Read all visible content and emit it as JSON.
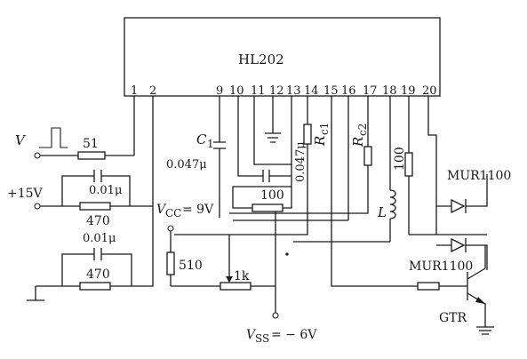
{
  "ic": {
    "name": "HL202",
    "pins": [
      "1",
      "2",
      "9",
      "10",
      "11",
      "12",
      "13",
      "14",
      "15",
      "16",
      "17",
      "18",
      "19",
      "20"
    ]
  },
  "input": {
    "v_label": "V",
    "r51": "51"
  },
  "supply_pos": {
    "label": "+15V",
    "cap": "0.01μ",
    "res": "470"
  },
  "lower_rc": {
    "cap": "0.01μ",
    "res": "470"
  },
  "c1": {
    "label": "C",
    "sub": "1",
    "value": "0.047μ"
  },
  "c_mid": {
    "value": "0.047μ"
  },
  "r100_mid": "100",
  "rc1": {
    "label": "R",
    "sub": "c1"
  },
  "rc2": {
    "label": "R",
    "sub": "c2"
  },
  "r100_right": "100",
  "inductor": "L",
  "vcc": {
    "label": "V",
    "sub": "CC",
    "value": " = 9V"
  },
  "r510": "510",
  "r1k": "1k",
  "vss": {
    "label": "V",
    "sub": "SS",
    "value": " = − 6V"
  },
  "diode_top": "MUR1100",
  "diode_bottom": "MUR1100",
  "transistor": "GTR"
}
